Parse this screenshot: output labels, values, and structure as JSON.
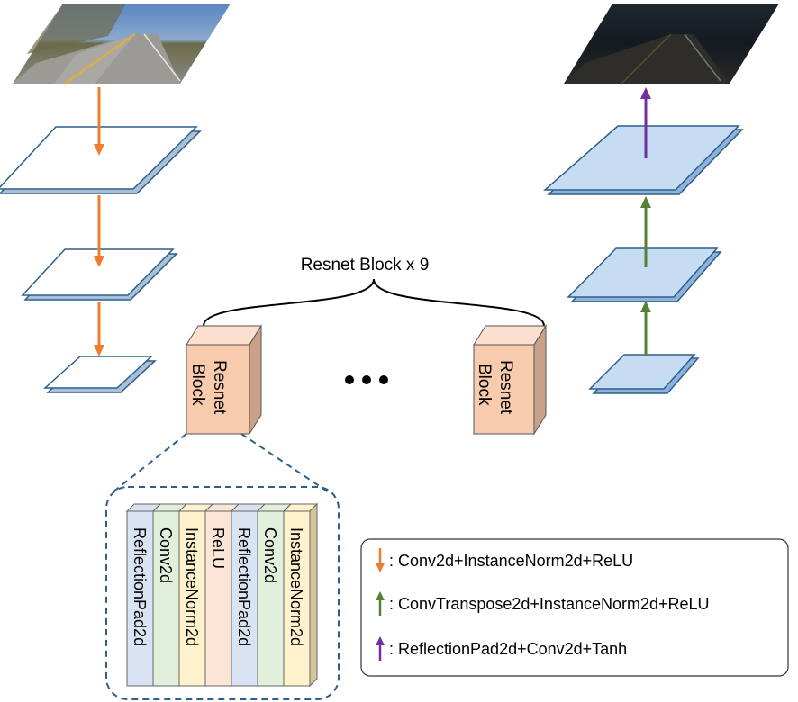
{
  "resnet_group": {
    "label": "Resnet Block  x 9"
  },
  "blocks": [
    {
      "line1": "Resnet",
      "line2": "Block"
    },
    {
      "line1": "Resnet",
      "line2": "Block"
    }
  ],
  "ellipsis": "• • •",
  "layers": [
    {
      "label": "ReflectionPad2d",
      "color": "#dae3f3"
    },
    {
      "label": "Conv2d",
      "color": "#e2efda"
    },
    {
      "label": "InstanceNorm2d",
      "color": "#fff2cc"
    },
    {
      "label": "ReLU",
      "color": "#fbe5d6"
    },
    {
      "label": "ReflectionPad2d",
      "color": "#dae3f3"
    },
    {
      "label": "Conv2d",
      "color": "#e2efda"
    },
    {
      "label": "InstanceNorm2d",
      "color": "#fff2cc"
    }
  ],
  "legend": [
    {
      "text": ": Conv2d+InstanceNorm2d+ReLU",
      "color": "#ed7d31",
      "direction": "down"
    },
    {
      "text": ": ConvTranspose2d+InstanceNorm2d+ReLU",
      "color": "#548235",
      "direction": "up"
    },
    {
      "text": ": ReflectionPad2d+Conv2d+Tanh",
      "color": "#7030a0",
      "direction": "up"
    }
  ],
  "colors": {
    "encoder_arrow": "#ed7d31",
    "decoder_arrow": "#548235",
    "output_arrow": "#7030a0",
    "plane_outline": "#2e5f8a",
    "decoder_fill": "#c5dcf3",
    "block_front": "#f8cbad",
    "block_side": "#c9a189",
    "block_top": "#fbe0cf"
  }
}
